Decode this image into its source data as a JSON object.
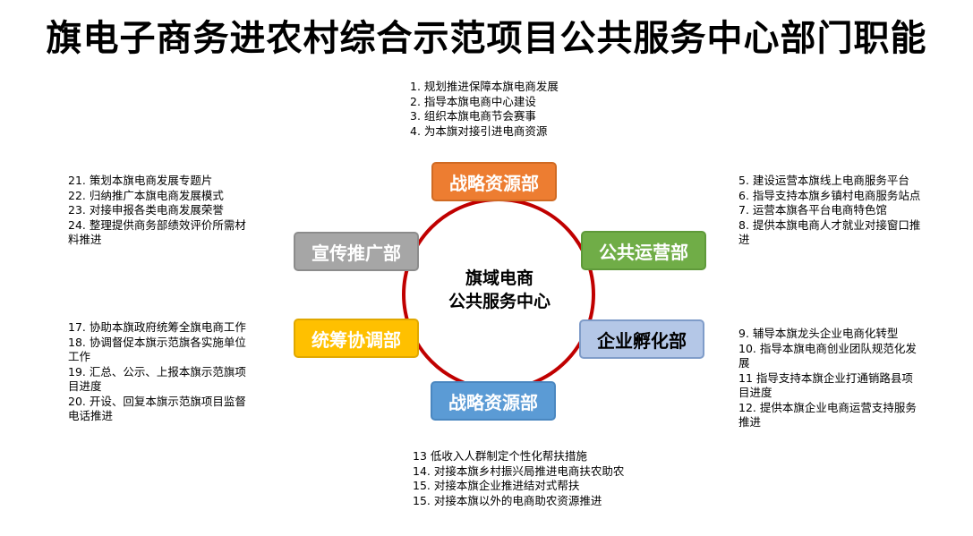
{
  "title": "旗电子商务进农村综合示范项目公共服务中心部门职能",
  "center": {
    "line1": "旗域电商",
    "line2": "公共服务中心"
  },
  "departments": {
    "top": "战略资源部",
    "right_top": "公共运营部",
    "right_bottom": "企业孵化部",
    "bottom": "战略资源部",
    "left_bottom": "统筹协调部",
    "left_top": "宣传推广部"
  },
  "duties": {
    "top": [
      "1. 规划推进保障本旗电商发展",
      "2. 指导本旗电商中心建设",
      "3. 组织本旗电商节会赛事",
      "4. 为本旗对接引进电商资源"
    ],
    "right_top": [
      "5. 建设运营本旗线上电商服务平台",
      "6. 指导支持本旗乡镇村电商服务站点",
      "7. 运营本旗各平台电商特色馆",
      "8. 提供本旗电商人才就业对接窗口推进"
    ],
    "right_bottom": [
      "9. 辅导本旗龙头企业电商化转型",
      "10. 指导本旗电商创业团队规范化发展",
      "11  指导支持本旗企业打通销路县项目进度",
      "12. 提供本旗企业电商运营支持服务推进"
    ],
    "bottom": [
      "13  低收入人群制定个性化帮扶措施",
      "14. 对接本旗乡村振兴局推进电商扶农助农",
      "15. 对接本旗企业推进结对式帮扶",
      "15. 对接本旗以外的电商助农资源推进"
    ],
    "left_bottom": [
      "17. 协助本旗政府统筹全旗电商工作",
      "18. 协调督促本旗示范旗各实施单位工作",
      "19. 汇总、公示、上报本旗示范旗项目进度",
      "20. 开设、回复本旗示范旗项目监督电话推进"
    ],
    "left_top": [
      "21. 策划本旗电商发展专题片",
      "22. 归纳推广本旗电商发展模式",
      "23. 对接申报各类电商发展荣誉",
      "24. 整理提供商务部绩效评价所需材料推进"
    ]
  }
}
